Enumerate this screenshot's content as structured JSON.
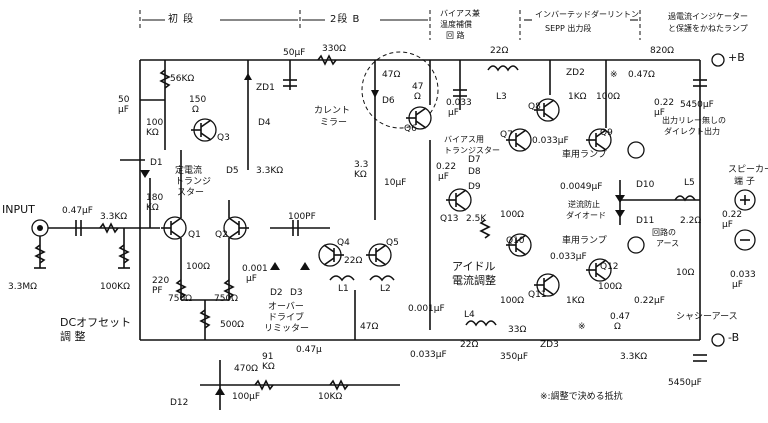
{
  "sections": {
    "first_stage": "初 段",
    "second_stage": "2段 B",
    "bias_circuit": "バイアス兼",
    "bias_circuit_2": "温度補償",
    "bias_circuit_3": "回 路",
    "output_stage": "インバーテッドダーリントン",
    "output_stage_2": "SEPP 出力段",
    "protect_note": "過電流インジケーター",
    "protect_note_2": "と保護をかねたランプ"
  },
  "labels": {
    "input": "INPUT",
    "c_in": "0.47μF",
    "r_in": "3.3KΩ",
    "r_33m": "3.3MΩ",
    "r_100k": "100KΩ",
    "c_50u": "50",
    "c_50u_unit": "μF",
    "r_100k_b": "100",
    "r_100k_b_unit": "KΩ",
    "r_56k": "56KΩ",
    "r_150": "150",
    "r_150_unit": "Ω",
    "zd1": "ZD1",
    "d4": "D4",
    "d5": "D5",
    "q3": "Q3",
    "r_33k": "3.3KΩ",
    "const_current": "定電流",
    "const_current_2": "トランジ",
    "const_current_3": "スター",
    "d1": "D1",
    "r_180k": "180",
    "r_180k_unit": "KΩ",
    "q1": "Q1",
    "q2": "Q2",
    "c_220p": "220",
    "c_220p_unit": "PF",
    "r_100_a": "100Ω",
    "c_0001": "0.001",
    "c_0001_unit": "μF",
    "r_750_a": "750Ω",
    "r_750_b": "750Ω",
    "r_500": "500Ω",
    "dc_offset": "DCオフセット",
    "dc_offset_2": "調 整",
    "c_50u_top": "50μF",
    "r_330": "330Ω",
    "current_mirror": "カレント",
    "current_mirror_2": "ミラー",
    "r_47_a": "47Ω",
    "d6": "D6",
    "r_47_b": "47",
    "r_47_b_unit": "Ω",
    "q6": "Q6",
    "r_33k_b": "3.3",
    "r_33k_b_unit": "KΩ",
    "c_10u": "10μF",
    "c_100p": "100PF",
    "q4": "Q4",
    "q5": "Q5",
    "r_22": "22Ω",
    "l1": "L1",
    "l2": "L2",
    "r_47_c": "47Ω",
    "d2d3": "D2",
    "d3": "D3",
    "overdrive": "オーバー",
    "overdrive_2": "ドライブ",
    "overdrive_3": "リミッター",
    "r_91k": "91",
    "r_91k_unit": "KΩ",
    "c_047": "0.47μ",
    "r_470": "470Ω",
    "c_100u": "100μF",
    "r_10k": "10KΩ",
    "d12": "D12",
    "c_0033_a": "0.033",
    "c_0033_a_unit": "μF",
    "l3": "L3",
    "r_22_b": "22Ω",
    "bias_tr": "バイアス用",
    "bias_tr_2": "トランジスター",
    "d7": "D7",
    "d8": "D8",
    "d9": "D9",
    "c_022": "0.22",
    "c_022_unit": "μF",
    "q13": "Q13",
    "r_25k": "2.5K",
    "r_100_b": "100Ω",
    "idle": "アイドル",
    "idle_2": "電流調整",
    "c_0001_b": "0.001μF",
    "l4": "L4",
    "r_22_c": "22Ω",
    "c_0033_b": "0.033μF",
    "zd2": "ZD2",
    "q8": "Q8",
    "r_1k": "1KΩ",
    "q7": "Q7",
    "c_0033_c": "0.033μF",
    "r_100_c": "100Ω",
    "q9": "Q9",
    "r_047_a": "0.47Ω",
    "c_022_b": "0.22",
    "c_022_b_unit": "μF",
    "star": "※",
    "lamp1": "車用ランプ",
    "c_00049": "0.0049μF",
    "d10": "D10",
    "d11": "D11",
    "reverse": "逆流防止",
    "reverse_2": "ダイオード",
    "q10": "Q10",
    "lamp2": "車用ランプ",
    "c_0033_d": "0.033μF",
    "q11": "Q11",
    "r_1k_b": "1KΩ",
    "q12": "Q12",
    "r_100_d": "100Ω",
    "c_022_c": "0.22μF",
    "r_047_b": "0.47",
    "r_047_b_unit": "Ω",
    "r_100_e": "100Ω",
    "zd3": "ZD3",
    "r_33": "33Ω",
    "c_350u": "350μF",
    "r_33k_c": "3.3KΩ",
    "r_820": "820Ω",
    "plus_b": "+B",
    "minus_b": "-B",
    "c_5450_a": "5450μF",
    "c_5450_b": "5450μF",
    "output_relay": "出力リレー無しの",
    "output_relay_2": "ダイレクト出力",
    "l5": "L5",
    "r_22_d": "2.2Ω",
    "c_022_d": "0.22",
    "c_022_d_unit": "μF",
    "return_ground": "回路の",
    "return_ground_2": "アース",
    "r_10": "10Ω",
    "c_0033_e": "0.033",
    "c_0033_e_unit": "μF",
    "speaker": "スピーカー",
    "speaker_2": "端 子",
    "chassis_ground": "シャシーアース",
    "footnote": "※:調整で決める抵抗"
  }
}
